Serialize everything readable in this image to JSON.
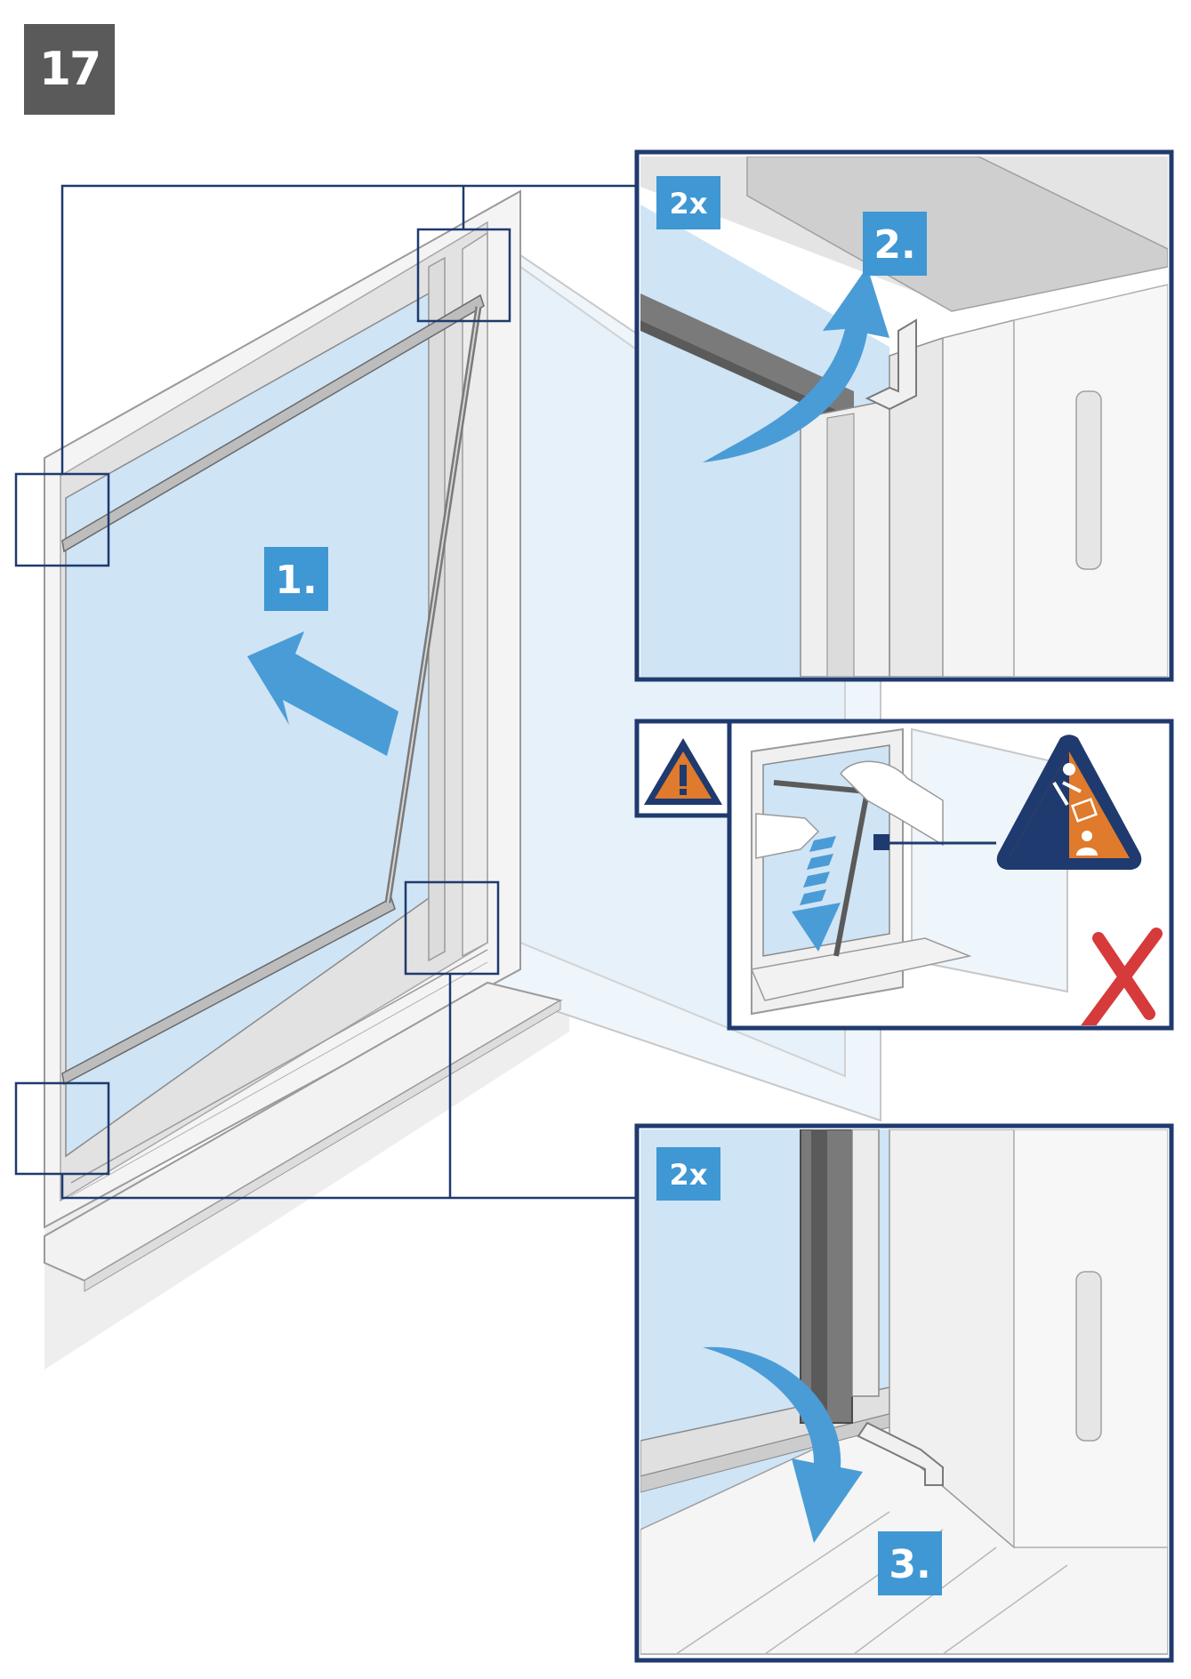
{
  "page": {
    "step_number": "17"
  },
  "labels": {
    "step1": "1.",
    "step2": "2.",
    "step3": "3.",
    "count_top": "2x",
    "count_bottom": "2x",
    "warning_mark": "!"
  },
  "icons": {
    "warning": "warning-triangle-icon",
    "hazard": "falling-object-hazard-icon",
    "wrong": "red-cross-icon",
    "arrow_left": "arrow-left-icon",
    "arrow_up": "curved-arrow-up-icon",
    "arrow_down": "curved-arrow-down-icon"
  },
  "colors": {
    "step_badge_bg": "#5a5a5a",
    "label_bg": "#3f97d3",
    "arrow": "#4a9cd6",
    "glass": "#cfe4f5",
    "frame_outline": "#1f3a6e",
    "warning_orange": "#e07a2c",
    "hazard_navy": "#1f3a6e",
    "cross_red": "#d63a3a"
  }
}
